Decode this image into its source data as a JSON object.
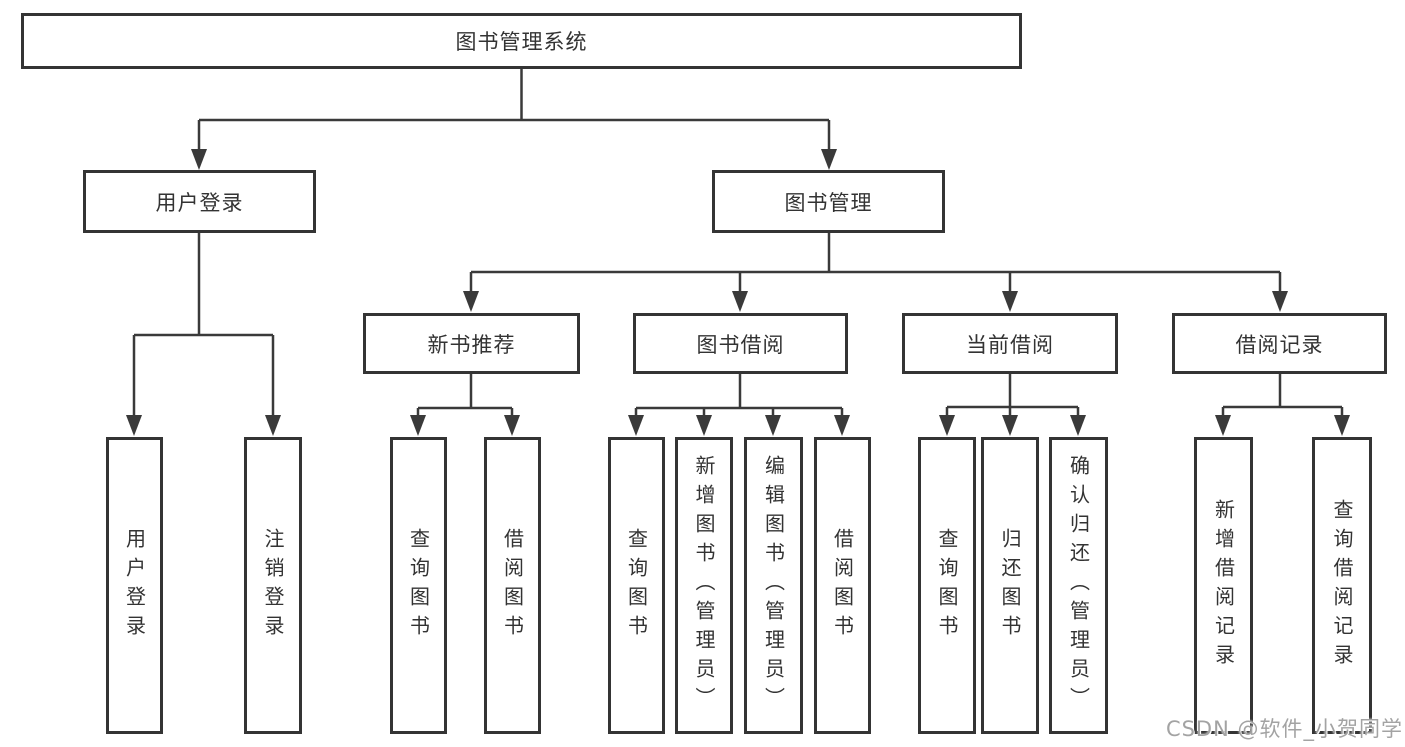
{
  "tree": {
    "label": "图书管理系统",
    "children": [
      {
        "label": "用户登录",
        "children": [
          {
            "label": "用户登录"
          },
          {
            "label": "注销登录"
          }
        ]
      },
      {
        "label": "图书管理",
        "children": [
          {
            "label": "新书推荐",
            "children": [
              {
                "label": "查询图书"
              },
              {
                "label": "借阅图书"
              }
            ]
          },
          {
            "label": "图书借阅",
            "children": [
              {
                "label": "查询图书"
              },
              {
                "label": "新增图书（管理员）"
              },
              {
                "label": "编辑图书（管理员）"
              },
              {
                "label": "借阅图书"
              }
            ]
          },
          {
            "label": "当前借阅",
            "children": [
              {
                "label": "查询图书"
              },
              {
                "label": "归还图书"
              },
              {
                "label": "确认归还（管理员）"
              }
            ]
          },
          {
            "label": "借阅记录",
            "children": [
              {
                "label": "新增借阅记录"
              },
              {
                "label": "查询借阅记录"
              }
            ]
          }
        ]
      }
    ]
  },
  "watermark": {
    "text": "CSDN @软件_小贺同学"
  },
  "colors": {
    "line": "#3a3a3a",
    "border": "#343434",
    "text": "#333333",
    "watermark": "#9e9e9e",
    "background": "#ffffff"
  }
}
